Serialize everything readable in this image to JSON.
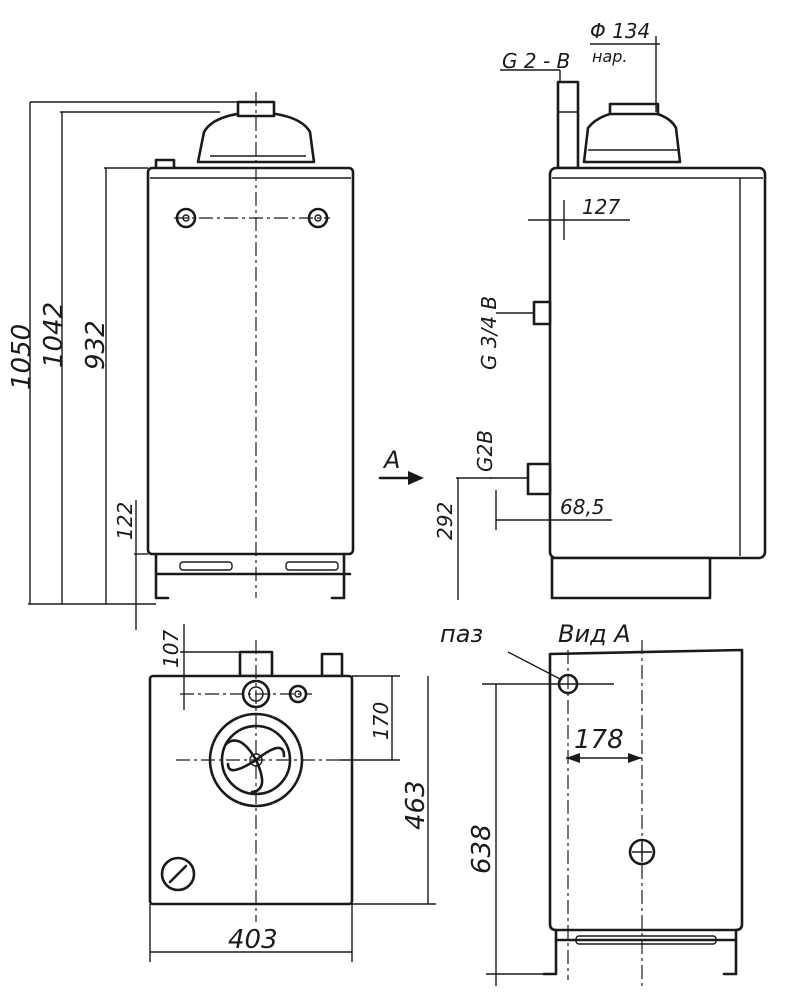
{
  "front_view": {
    "dim_total_height": "1050",
    "dim_height_flue": "1042",
    "dim_body_height": "932",
    "dim_leg_height": "122"
  },
  "side_view": {
    "pipe_top_label": "G 2 - B",
    "flue_diameter": "Φ 134",
    "flue_note": "нар.",
    "dim_flue_offset": "127",
    "pipe_mid_label": "G 3/4 B",
    "pipe_low_label": "G2B",
    "dim_low_pipe_height": "292",
    "dim_low_pipe_offset": "68,5",
    "view_arrow_label": "A"
  },
  "top_view": {
    "dim_top_offset": "107",
    "dim_burner_offset": "170",
    "dim_depth": "463",
    "dim_width": "403"
  },
  "view_a": {
    "slot_label": "паз",
    "view_title": "Вид А",
    "dim_slot_offset": "178",
    "dim_height": "638"
  }
}
